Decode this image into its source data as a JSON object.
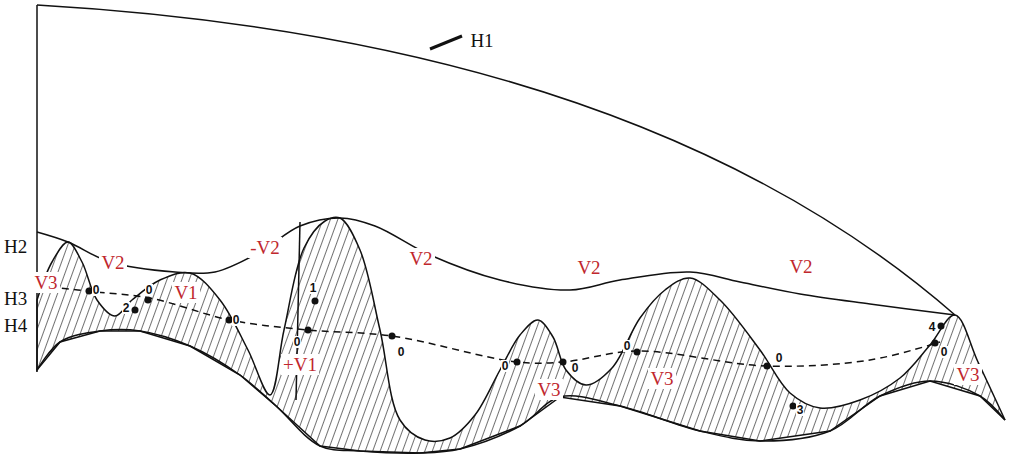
{
  "diagram": {
    "labels": [
      "H1",
      "H2",
      "H3",
      "H4",
      "V3",
      "V2",
      "0",
      "2",
      "0",
      "V1",
      "0",
      "-V2",
      "1",
      "0",
      "+V1",
      "V2",
      "0",
      "0",
      "V3",
      "0",
      "V2",
      "0",
      "V3",
      "0",
      "3",
      "V2",
      "4",
      "0",
      "V3"
    ]
  }
}
